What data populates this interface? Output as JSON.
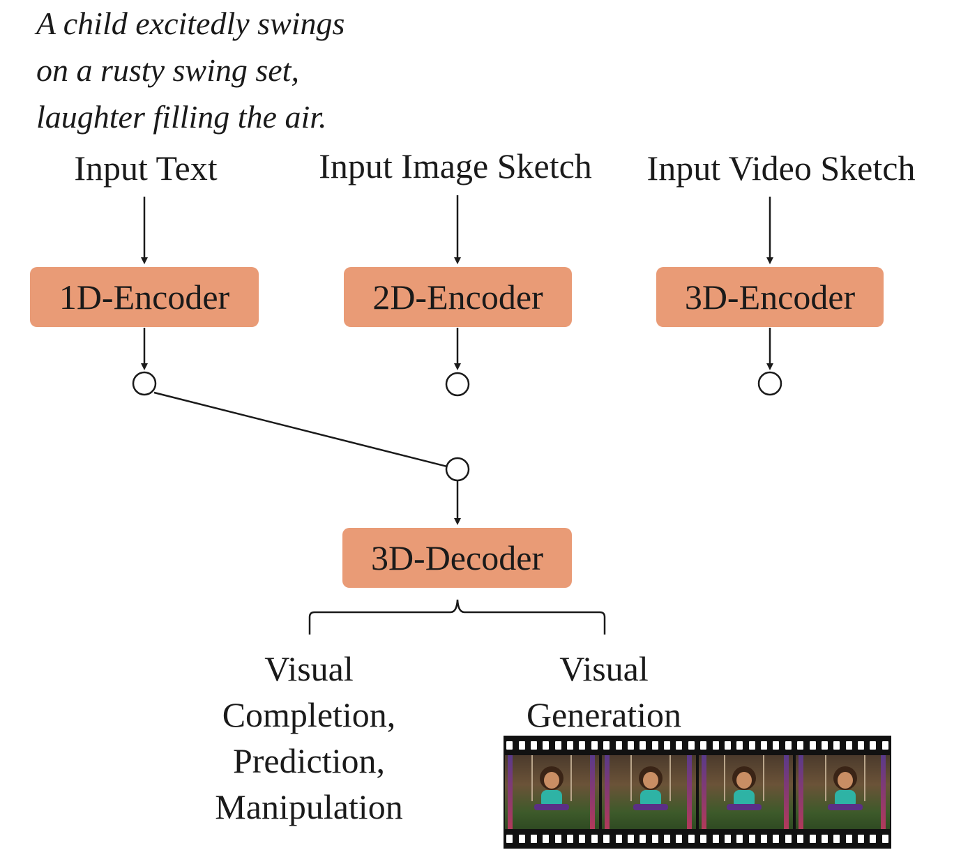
{
  "prompt": {
    "lines": [
      "A child excitedly swings",
      "on a rusty swing set,",
      "laughter filling the air."
    ]
  },
  "inputs": {
    "text": "Input Text",
    "image_sketch": "Input Image Sketch",
    "video_sketch": "Input Video Sketch"
  },
  "encoders": {
    "enc1d": "1D-Encoder",
    "enc2d": "2D-Encoder",
    "enc3d": "3D-Encoder"
  },
  "decoder": {
    "label": "3D-Decoder"
  },
  "outputs": {
    "completion": [
      "Visual",
      "Completion,",
      "Prediction,",
      "Manipulation"
    ],
    "generation": [
      "Visual",
      "Generation"
    ]
  },
  "colors": {
    "box_fill": "#e99b76",
    "line": "#1a1a1a"
  },
  "film_strip": {
    "frame_count": 4
  }
}
